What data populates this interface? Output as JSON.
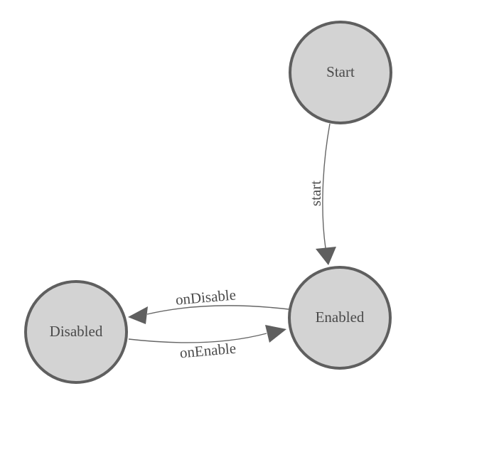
{
  "diagram": {
    "type": "state-machine",
    "nodes": [
      {
        "id": "start",
        "label": "Start"
      },
      {
        "id": "enabled",
        "label": "Enabled"
      },
      {
        "id": "disabled",
        "label": "Disabled"
      }
    ],
    "edges": [
      {
        "from": "Start",
        "to": "Enabled",
        "label": "start"
      },
      {
        "from": "Enabled",
        "to": "Disabled",
        "label": "onDisable"
      },
      {
        "from": "Disabled",
        "to": "Enabled",
        "label": "onEnable"
      }
    ]
  },
  "colors": {
    "background": "#ffffff",
    "node_fill": "#d3d3d3",
    "node_stroke": "#5f5f5f",
    "edge_stroke": "#666666",
    "arrow_fill": "#5f5f5f",
    "label_text": "#4a4a4a"
  }
}
